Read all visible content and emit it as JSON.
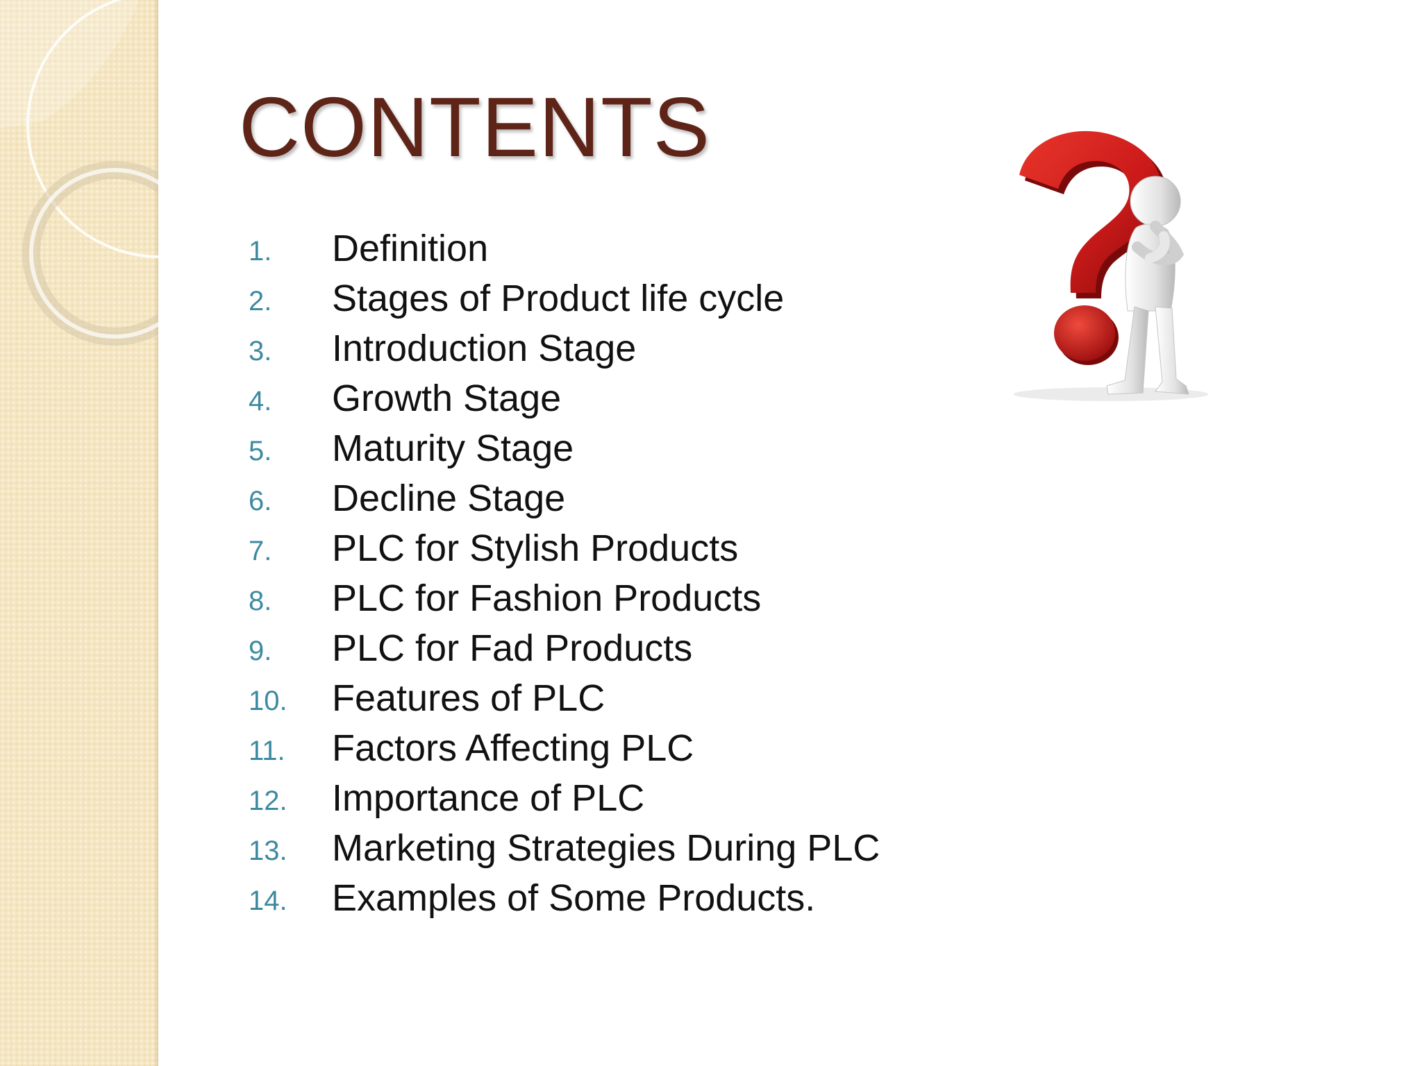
{
  "slide": {
    "title": "CONTENTS",
    "items": [
      {
        "num": "1.",
        "label": "Definition"
      },
      {
        "num": "2.",
        "label": "Stages of Product life cycle"
      },
      {
        "num": "3.",
        "label": "Introduction Stage"
      },
      {
        "num": "4.",
        "label": "Growth Stage"
      },
      {
        "num": "5.",
        "label": "Maturity Stage"
      },
      {
        "num": "6.",
        "label": "Decline Stage"
      },
      {
        "num": "7.",
        "label": "PLC for Stylish Products"
      },
      {
        "num": "8.",
        "label": "PLC for Fashion Products"
      },
      {
        "num": "9.",
        "label": "PLC for Fad Products"
      },
      {
        "num": "10.",
        "label": "Features of PLC"
      },
      {
        "num": "11.",
        "label": "Factors Affecting PLC"
      },
      {
        "num": "12.",
        "label": "Importance of PLC"
      },
      {
        "num": "13.",
        "label": "Marketing Strategies During PLC"
      },
      {
        "num": "14.",
        "label": "Examples of Some Products."
      }
    ]
  },
  "theme": {
    "title_color": "#5e2418",
    "number_color": "#3d8aa0",
    "text_color": "#111111",
    "side_panel_color": "#f5e6c2",
    "question_mark_color": "#cc1a1a"
  },
  "illustration": {
    "icon": "thinking-figure-question-mark-icon"
  }
}
